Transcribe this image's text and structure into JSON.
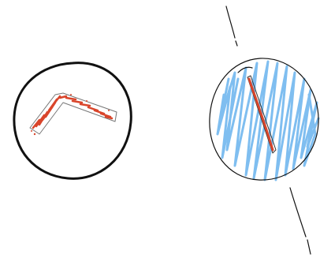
{
  "colors": {
    "background": "#ffffff",
    "ink": "#111111",
    "accent": "#d9452b",
    "fill": "#7fbef0"
  },
  "figures": [
    {
      "name": "left-circle",
      "contents": "bent-stroke"
    },
    {
      "name": "right-circle",
      "contents": "scribble-fill-with-diagonal-stroke"
    }
  ]
}
